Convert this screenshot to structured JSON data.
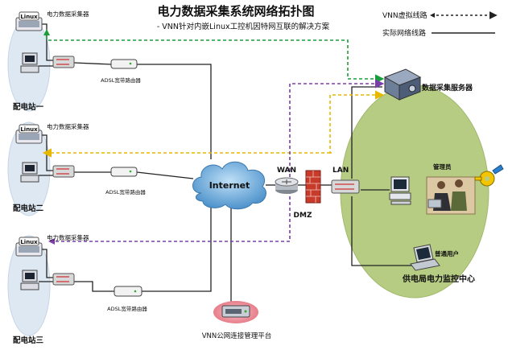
{
  "title": "电力数据采集系统网络拓扑图",
  "subtitle": "- VNN针对内嵌Linux工控机因特网互联的解决方案",
  "legend": {
    "vnn_label": "VNN虚拟线路",
    "real_label": "实际网络线路"
  },
  "stations": [
    {
      "name": "配电站一",
      "collector": "电力数据采集器",
      "os_badge": "Linux",
      "router": "ADSL宽带路由器"
    },
    {
      "name": "配电站二",
      "collector": "电力数据采集器",
      "os_badge": "Linux",
      "router": "ADSL宽带路由器"
    },
    {
      "name": "配电站三",
      "collector": "电力数据采集器",
      "os_badge": "Linux",
      "router": "ADSL宽带路由器"
    }
  ],
  "internet_label": "Internet",
  "wan_label": "WAN",
  "lan_label": "LAN",
  "dmz_label": "DMZ",
  "platform_label": "VNN公网连接管理平台",
  "center": {
    "server_label": "数据采集服务器",
    "admin_label": "管理员",
    "user_label": "普通用户",
    "name": "供电局电力监控中心"
  },
  "colors": {
    "vnn_green": "#1a9e3a",
    "vnn_yellow": "#e6b800",
    "vnn_purple": "#7a3ea8",
    "real_line": "#222222",
    "station_ellipse": "#dde8f3",
    "center_ellipse": "#b7cc83",
    "firewall": "#c83a2a",
    "cloud": "#5fa2d8",
    "platform_glow": "#f2a0a8"
  }
}
